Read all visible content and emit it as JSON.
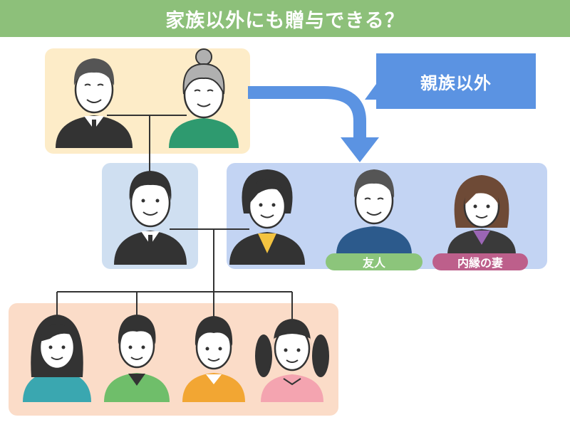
{
  "title": "家族以外にも贈与できる？",
  "callout_label": "親族以外",
  "labels": {
    "friend": "友人",
    "inlaw_wife": "内縁の妻"
  },
  "colors": {
    "title_bar": "#8dc07a",
    "callout": "#5b93e2",
    "grandparents_bg": "#fdecc8",
    "self_bg": "#cfdff1",
    "non_relatives_bg": "#c3d4f3",
    "children_bg": "#fbdcc8",
    "friend_pill": "#8cc57b",
    "inlaw_pill": "#bd5f8b"
  }
}
